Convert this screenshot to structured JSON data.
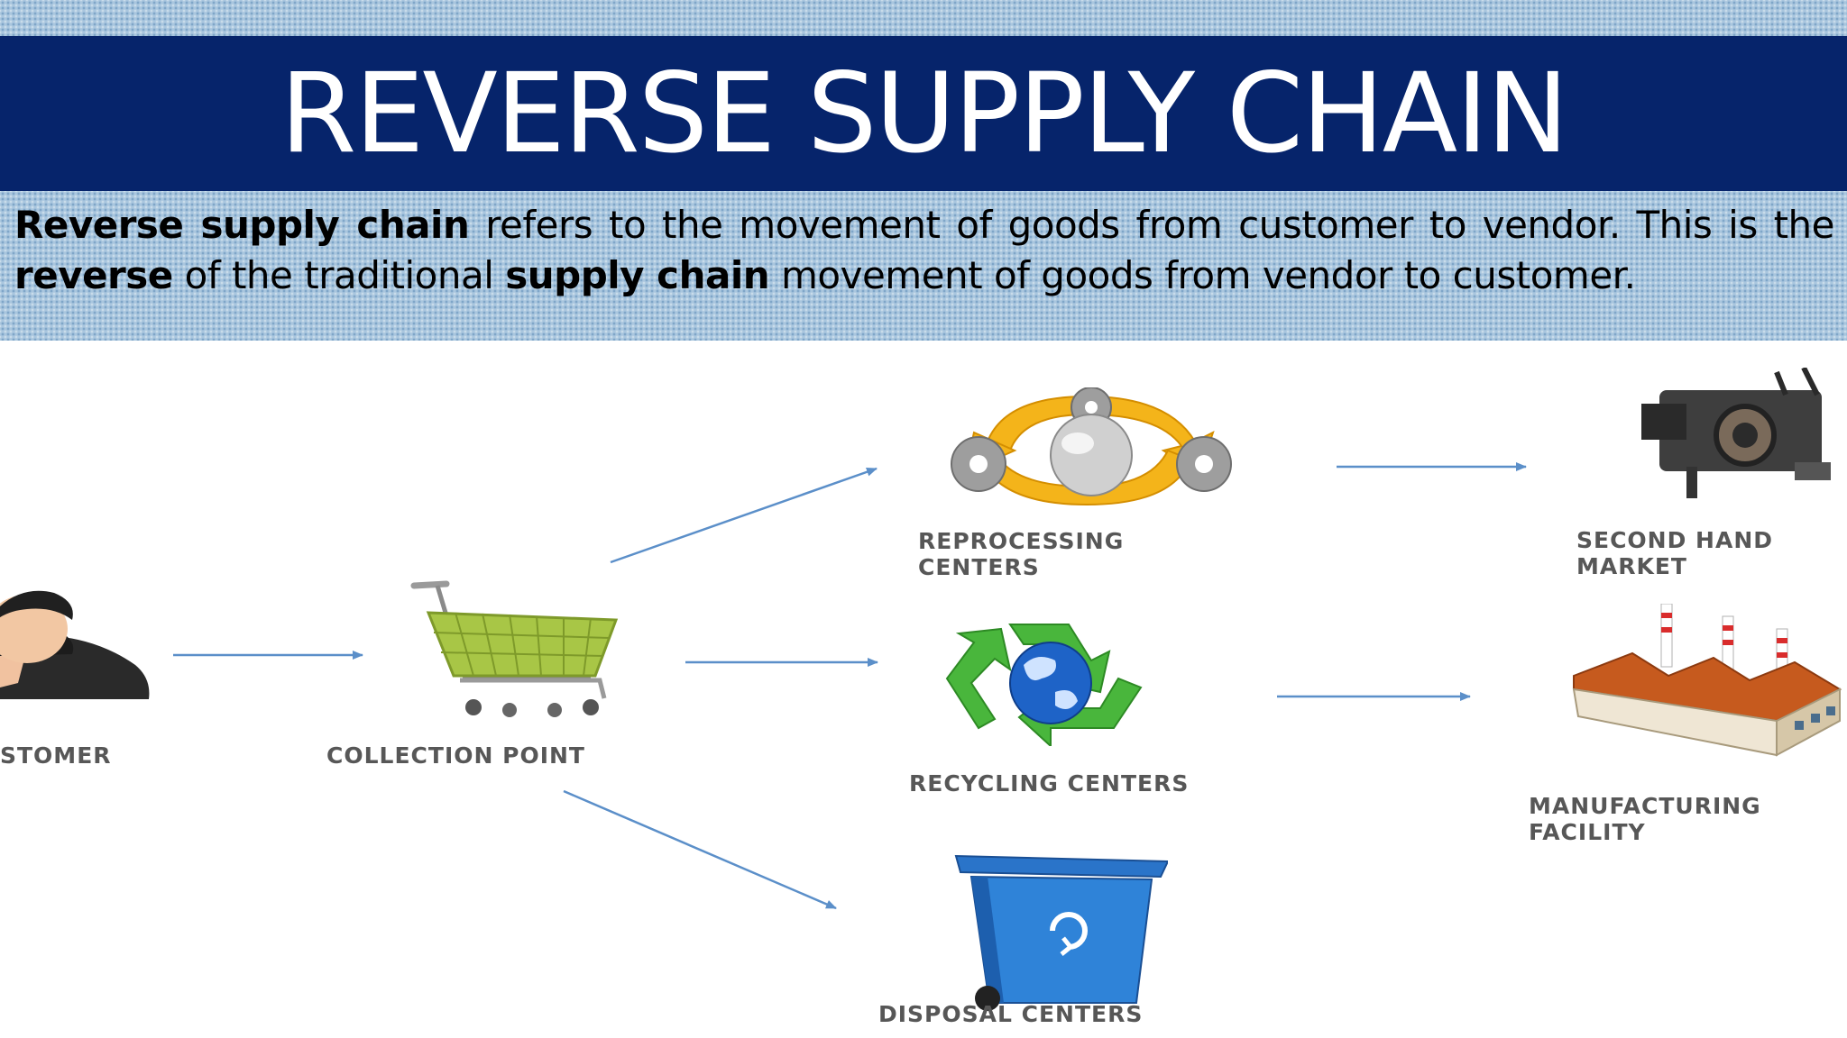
{
  "title": "REVERSE SUPPLY CHAIN",
  "definition": {
    "lead_bold": "Reverse supply chain",
    "text_1": " refers to the movement of goods from customer to vendor. This is the ",
    "bold_2": "reverse",
    "text_2": " of the traditional ",
    "bold_3": "supply chain",
    "text_3": " movement of goods from vendor to customer."
  },
  "nodes": {
    "customer": {
      "label": "STOMER",
      "icon": "businessman-icon"
    },
    "collection": {
      "label": "COLLECTION POINT",
      "icon": "shopping-cart-icon"
    },
    "reprocessing": {
      "line1": "REPROCESSING",
      "line2": "CENTERS",
      "icon": "gears-cycle-icon"
    },
    "recycling": {
      "label": "RECYCLING CENTERS",
      "icon": "recycle-globe-icon"
    },
    "disposal": {
      "label": "DISPOSAL CENTERS",
      "icon": "wheelie-bin-icon"
    },
    "second_hand": {
      "line1": "SECOND HAND",
      "line2": "MARKET",
      "icon": "engine-icon"
    },
    "manufacturing": {
      "line1": "MANUFACTURING",
      "line2": "FACILITY",
      "icon": "factory-icon"
    }
  },
  "colors": {
    "title_bar": "#06246b",
    "arrow": "#5b8fc9",
    "label": "#575757"
  }
}
